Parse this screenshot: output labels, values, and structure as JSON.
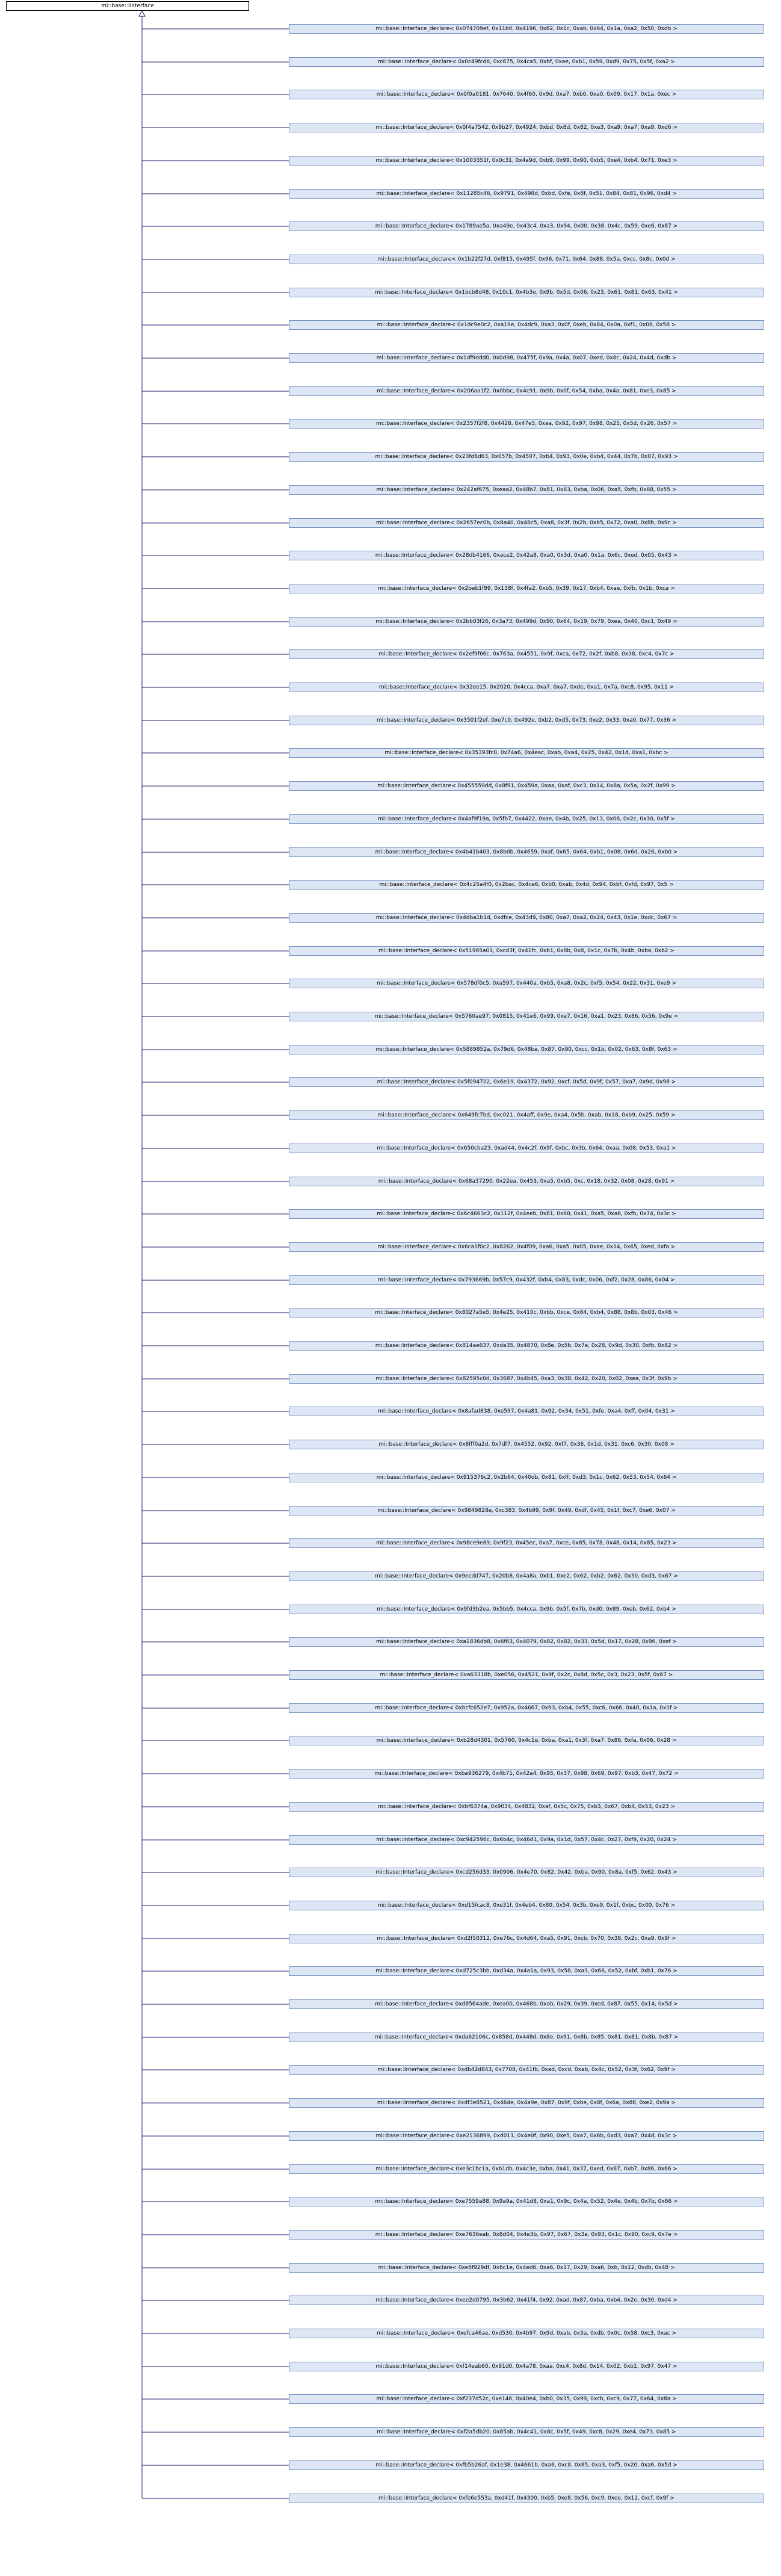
{
  "diagram": {
    "root": "mi::base::IInterface",
    "colors": {
      "edge": "#191970",
      "box_fill": "#dce6f4",
      "box_border": "#7793c2"
    },
    "children": [
      "mi::base::Interface_declare< 0x074709ef, 0x11b0, 0x4196, 0x82, 0x1c, 0xab, 0x64, 0x1a, 0xa2, 0x50, 0xdb >",
      "mi::base::Interface_declare< 0x0c49fcd6, 0xc675, 0x4ca5, 0xbf, 0xae, 0xb1, 0x59, 0xd9, 0x75, 0x5f, 0xa2 >",
      "mi::base::Interface_declare< 0x0f0a0181, 0x7640, 0x4f60, 0x9d, 0xa7, 0xb0, 0xa0, 0x09, 0x17, 0x1a, 0xec >",
      "mi::base::Interface_declare< 0x0f4a7542, 0x9b27, 0x4924, 0xbd, 0x8d, 0x82, 0xe3, 0xa9, 0xa7, 0xa9, 0xd6 >",
      "mi::base::Interface_declare< 0x1003351f, 0x0c31, 0x4a9d, 0xb9, 0x99, 0x90, 0xb5, 0xe4, 0xb4, 0x71, 0xe3 >",
      "mi::base::Interface_declare< 0x11285c46, 0x9791, 0x498d, 0xbd, 0xfe, 0x8f, 0x51, 0x84, 0x81, 0x96, 0xd4 >",
      "mi::base::Interface_declare< 0x1789ae5a, 0xa49e, 0x43c4, 0xa3, 0x94, 0x00, 0x38, 0x4c, 0x59, 0xe6, 0x87 >",
      "mi::base::Interface_declare< 0x1b22f27d, 0xf815, 0x495f, 0x96, 0x71, 0x64, 0x88, 0x5a, 0xcc, 0x8c, 0x0d >",
      "mi::base::Interface_declare< 0x1bcb8d48, 0x10c1, 0x4b3e, 0x9b, 0x5d, 0x06, 0x23, 0x61, 0x81, 0x63, 0x41 >",
      "mi::base::Interface_declare< 0x1dc9e0c2, 0xa19e, 0x4dc9, 0xa3, 0x0f, 0xeb, 0x84, 0x0a, 0xf1, 0x08, 0x58 >",
      "mi::base::Interface_declare< 0x1df9ddd0, 0x0d98, 0x475f, 0x9a, 0x4a, 0x07, 0xed, 0x8c, 0x24, 0x4d, 0xdb >",
      "mi::base::Interface_declare< 0x206aa1f2, 0x0bbc, 0x4c91, 0x9b, 0x0f, 0x54, 0xba, 0x4a, 0x81, 0xe3, 0x85 >",
      "mi::base::Interface_declare< 0x2357f2f8, 0x4428, 0x47e5, 0xaa, 0x92, 0x97, 0x98, 0x25, 0x5d, 0x26, 0x57 >",
      "mi::base::Interface_declare< 0x23fd6d63, 0x057b, 0x4507, 0xb4, 0x93, 0x0e, 0xb4, 0x44, 0x7b, 0x07, 0x93 >",
      "mi::base::Interface_declare< 0x242af675, 0xeaa2, 0x48b7, 0x81, 0x63, 0xba, 0x06, 0xa5, 0xfb, 0x68, 0x55 >",
      "mi::base::Interface_declare< 0x2657ec0b, 0x8a40, 0x46c5, 0xa8, 0x3f, 0x2b, 0xb5, 0x72, 0xa0, 0x8b, 0x9c >",
      "mi::base::Interface_declare< 0x28db4166, 0xace2, 0x42a8, 0xa0, 0x3d, 0xa0, 0x1a, 0x6c, 0xed, 0x05, 0x43 >",
      "mi::base::Interface_declare< 0x2beb1f99, 0x138f, 0x4fa2, 0xb5, 0x39, 0x17, 0xb4, 0xae, 0xfb, 0x1b, 0xca >",
      "mi::base::Interface_declare< 0x2bb03f26, 0x3a73, 0x499d, 0x90, 0x64, 0x19, 0x79, 0xea, 0x40, 0xc1, 0x49 >",
      "mi::base::Interface_declare< 0x2ef9f66c, 0x763a, 0x4551, 0x9f, 0xca, 0x72, 0x2f, 0xb8, 0x38, 0xc4, 0x7c >",
      "mi::base::Interface_declare< 0x32ee15, 0x2020, 0x4cca, 0xa7, 0xa7, 0xde, 0xa1, 0x7a, 0xc8, 0x95, 0x11 >",
      "mi::base::Interface_declare< 0x3501f2ef, 0xe7c0, 0x492e, 0xb2, 0xd5, 0x73, 0xe2, 0x33, 0xa0, 0x77, 0x36 >",
      "mi::base::Interface_declare< 0x35393fc0, 0x74a6, 0x4eac, 0xab, 0xa4, 0x25, 0x42, 0x1d, 0xa1, 0xbc >",
      "mi::base::Interface_declare< 0x455559dd, 0x8f91, 0x459a, 0xaa, 0xaf, 0xc3, 0x14, 0x8a, 0x5a, 0x2f, 0x99 >",
      "mi::base::Interface_declare< 0x4af9f19a, 0x5fb7, 0x4422, 0xae, 0x4b, 0x25, 0x13, 0x06, 0x2c, 0x30, 0x5f >",
      "mi::base::Interface_declare< 0x4b41b403, 0x8b0b, 0x4659, 0xaf, 0x65, 0x64, 0xb1, 0x08, 0x6d, 0x26, 0xb0 >",
      "mi::base::Interface_declare< 0x4c25a4f0, 0x2bac, 0x4ce6, 0xb0, 0xab, 0x4d, 0x94, 0xbf, 0xfd, 0x97, 0x5 >",
      "mi::base::Interface_declare< 0x4dba1b1d, 0xdfce, 0x43d9, 0x80, 0xa7, 0xa2, 0x24, 0x43, 0x1e, 0xdc, 0x67 >",
      "mi::base::Interface_declare< 0x51965a01, 0xcd3f, 0x41fc, 0xb1, 0x8b, 0x8, 0x1c, 0x7b, 0x4b, 0xba, 0xb2 >",
      "mi::base::Interface_declare< 0x578df0c5, 0xa597, 0x440a, 0xb5, 0xa8, 0x2c, 0xf5, 0x54, 0x22, 0x31, 0xe9 >",
      "mi::base::Interface_declare< 0x5760ae97, 0x0815, 0x41e6, 0x99, 0xe7, 0x16, 0xa1, 0x23, 0x86, 0x56, 0x9e >",
      "mi::base::Interface_declare< 0x5889852a, 0x79d6, 0x48ba, 0x87, 0x90, 0xcc, 0x1b, 0x02, 0x63, 0x8f, 0x63 >",
      "mi::base::Interface_declare< 0x5f094722, 0x6e19, 0x4372, 0x92, 0xcf, 0x5d, 0x9f, 0x57, 0xa7, 0x9d, 0x98 >",
      "mi::base::Interface_declare< 0x649fc7bd, 0xc021, 0x4aff, 0x9e, 0xa4, 0x5b, 0xab, 0x18, 0xb9, 0x25, 0x59 >",
      "mi::base::Interface_declare< 0x650cba23, 0xad44, 0x4c2f, 0x9f, 0xbc, 0x3b, 0x64, 0xaa, 0x08, 0x53, 0xa1 >",
      "mi::base::Interface_declare< 0x68a37290, 0x22ea, 0x453, 0xa5, 0xb5, 0xc, 0x18, 0x32, 0x08, 0x28, 0x91 >",
      "mi::base::Interface_declare< 0x6c4663c2, 0x112f, 0x4eeb, 0x81, 0x60, 0x41, 0xa5, 0xa6, 0xfb, 0x74, 0x3c >",
      "mi::base::Interface_declare< 0x6ca1f0c2, 0x8262, 0x4f09, 0xa6, 0xa5, 0x05, 0xae, 0x14, 0x65, 0xed, 0xfa >",
      "mi::base::Interface_declare< 0x793669b, 0x57c9, 0x432f, 0xb4, 0x83, 0xdc, 0x06, 0xf2, 0x28, 0x86, 0x04 >",
      "mi::base::Interface_declare< 0x8027a5e5, 0x4e25, 0x410c, 0xbb, 0xce, 0x84, 0xb4, 0x88, 0x8b, 0x03, 0x46 >",
      "mi::base::Interface_declare< 0x814ae637, 0xde35, 0x4870, 0x8e, 0x5b, 0x7e, 0x28, 0x9d, 0x30, 0xfb, 0x82 >",
      "mi::base::Interface_declare< 0x82595c0d, 0x3687, 0x4b45, 0xa3, 0x38, 0x42, 0x20, 0x02, 0xea, 0x3f, 0x9b >",
      "mi::base::Interface_declare< 0x8afad838, 0xe597, 0x4a81, 0x92, 0x34, 0x51, 0xfe, 0xa4, 0xff, 0x04, 0x31 >",
      "mi::base::Interface_declare< 0x8fff0a2d, 0x7df7, 0x4552, 0x92, 0xf7, 0x36, 0x1d, 0x31, 0xc6, 0x30, 0x08 >",
      "mi::base::Interface_declare< 0x915376c2, 0x2b64, 0x40db, 0x81, 0xff, 0xd3, 0x1c, 0x62, 0x53, 0x54, 0x64 >",
      "mi::base::Interface_declare< 0x9849828e, 0xc383, 0x4b99, 0x9f, 0x49, 0xdf, 0x45, 0x1f, 0xc7, 0xe6, 0x07 >",
      "mi::base::Interface_declare< 0x98ce9e89, 0x9f23, 0x45ec, 0xa7, 0xce, 0x85, 0x78, 0x48, 0x14, 0x85, 0x23 >",
      "mi::base::Interface_declare< 0x9ecdd747, 0x20b8, 0x4a8a, 0xb1, 0xe2, 0x62, 0xb2, 0x62, 0x30, 0xd3, 0x67 >",
      "mi::base::Interface_declare< 0x9fd3b2ea, 0x5bb5, 0x4cca, 0x9b, 0x5f, 0x7b, 0xd0, 0x89, 0xeb, 0x62, 0xb4 >",
      "mi::base::Interface_declare< 0xa1836db8, 0x6f63, 0x4079, 0x82, 0x82, 0x33, 0x5d, 0x17, 0x28, 0x96, 0xef >",
      "mi::base::Interface_declare< 0xa63318b, 0xe056, 0x4521, 0x9f, 0x2c, 0x8d, 0x5c, 0x3, 0x23, 0x5f, 0x67 >",
      "mi::base::Interface_declare< 0xbcfc652e7, 0x952a, 0x4667, 0x93, 0xb4, 0x55, 0xc6, 0x66, 0x40, 0x1a, 0x1f >",
      "mi::base::Interface_declare< 0xb28d4301, 0x5760, 0x4c1e, 0xba, 0xa1, 0x3f, 0xa7, 0x86, 0xfa, 0x06, 0x28 >",
      "mi::base::Interface_declare< 0xba936279, 0x4b71, 0x42a4, 0x95, 0x37, 0x98, 0x69, 0x97, 0xb3, 0x47, 0x72 >",
      "mi::base::Interface_declare< 0xbf6374a, 0x9034, 0x4832, 0xaf, 0x5c, 0x75, 0xb3, 0x67, 0xb4, 0x53, 0x23 >",
      "mi::base::Interface_declare< 0xc942596c, 0x6b4c, 0x46d1, 0x9a, 0x1d, 0x57, 0x4c, 0x27, 0xf9, 0x20, 0x24 >",
      "mi::base::Interface_declare< 0xcd256d33, 0x0906, 0x4e70, 0x82, 0x42, 0xba, 0x90, 0x8a, 0xf5, 0x62, 0x43 >",
      "mi::base::Interface_declare< 0xd15fcac8, 0xe31f, 0x4eb4, 0x80, 0x54, 0x3b, 0xe9, 0x1f, 0xbc, 0x00, 0x76 >",
      "mi::base::Interface_declare< 0xd2f50312, 0xe76c, 0x4d64, 0xa5, 0x91, 0xcb, 0x70, 0x38, 0x2c, 0xa9, 0x9f >",
      "mi::base::Interface_declare< 0xd725c3bb, 0xd34a, 0x4a1a, 0x93, 0x58, 0xa3, 0x66, 0x52, 0xbf, 0xb1, 0x76 >",
      "mi::base::Interface_declare< 0xd8564ade, 0xea00, 0x468b, 0xab, 0x29, 0x39, 0xcd, 0x87, 0x55, 0x14, 0x5d >",
      "mi::base::Interface_declare< 0xda62106c, 0x858d, 0x448d, 0x8e, 0x91, 0x8b, 0x85, 0x81, 0x81, 0x8b, 0x87 >",
      "mi::base::Interface_declare< 0xdb42d843, 0x7708, 0x41fb, 0xad, 0xcd, 0xab, 0x4c, 0x52, 0x3f, 0x62, 0x9f >",
      "mi::base::Interface_declare< 0xdf3e8521, 0x464e, 0x4a9e, 0x87, 0x9f, 0xbe, 0x8f, 0x6a, 0x88, 0xe2, 0x9a >",
      "mi::base::Interface_declare< 0xe2136899, 0xd011, 0x4e0f, 0x90, 0xe5, 0xa7, 0x6b, 0xd3, 0xa7, 0x4d, 0x3c >",
      "mi::base::Interface_declare< 0xe3c1bc1a, 0xb1db, 0x4c3e, 0xba, 0x41, 0x37, 0xed, 0x87, 0xb7, 0x86, 0x66 >",
      "mi::base::Interface_declare< 0xe7559a88, 0x9a9a, 0x41d8, 0xa1, 0x9c, 0x4a, 0x52, 0x4e, 0x4b, 0x7b, 0x66 >",
      "mi::base::Interface_declare< 0xe7636eab, 0x8d04, 0x4e3b, 0x97, 0x67, 0x3a, 0x93, 0x1c, 0x90, 0xc9, 0x7e >",
      "mi::base::Interface_declare< 0xe8f929df, 0x6c1e, 0x4ed6, 0xa6, 0x17, 0x29, 0xa6, 0xb, 0x12, 0xdb, 0x48 >",
      "mi::base::Interface_declare< 0xee2d0795, 0x3b62, 0x41f4, 0x92, 0xad, 0x87, 0xba, 0xb4, 0x2e, 0x30, 0xd4 >",
      "mi::base::Interface_declare< 0xefca46ae, 0xd530, 0x4b97, 0x9d, 0xab, 0x3a, 0xdb, 0x0c, 0x58, 0xc3, 0xac >",
      "mi::base::Interface_declare< 0xf14eab60, 0x91d0, 0x4a78, 0xaa, 0xc4, 0x8d, 0x14, 0x02, 0xb1, 0x97, 0x47 >",
      "mi::base::Interface_declare< 0xf237d52c, 0xe146, 0x40e4, 0xb0, 0x35, 0x99, 0xcb, 0xc9, 0x77, 0x64, 0x8a >",
      "mi::base::Interface_declare< 0xf2a5db20, 0x85ab, 0x4c41, 0x8c, 0x5f, 0x49, 0xc8, 0x29, 0xe4, 0x73, 0x85 >",
      "mi::base::Interface_declare< 0xfb5b26af, 0x1e38, 0x4661b, 0xa6, 0xc8, 0x85, 0xa3, 0xf5, 0x20, 0xa6, 0x5d >",
      "mi::base::Interface_declare< 0xfe6e553a, 0xd41f, 0x4300, 0xb5, 0xe8, 0x56, 0xc9, 0xee, 0x12, 0xcf, 0x9f >"
    ]
  }
}
